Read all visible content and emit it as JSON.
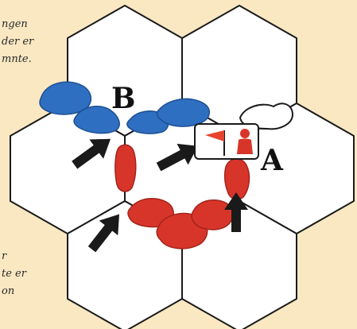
{
  "side_text": {
    "top": [
      "ngen",
      "der er",
      "mnte."
    ],
    "bottom": [
      "r",
      "te er",
      "on"
    ]
  },
  "labels": {
    "a": "A",
    "b": "B"
  },
  "colors": {
    "background": "#f9e8c2",
    "hex_fill": "#ffffff",
    "hex_stroke": "#1a1a1a",
    "blue_figure": "#2f6fc1",
    "red_figure": "#d8352a",
    "arrow": "#1a1a1a",
    "flag": "#e8432d"
  },
  "icons": [
    "arrow-icon",
    "flag-icon",
    "soldier-icon"
  ]
}
